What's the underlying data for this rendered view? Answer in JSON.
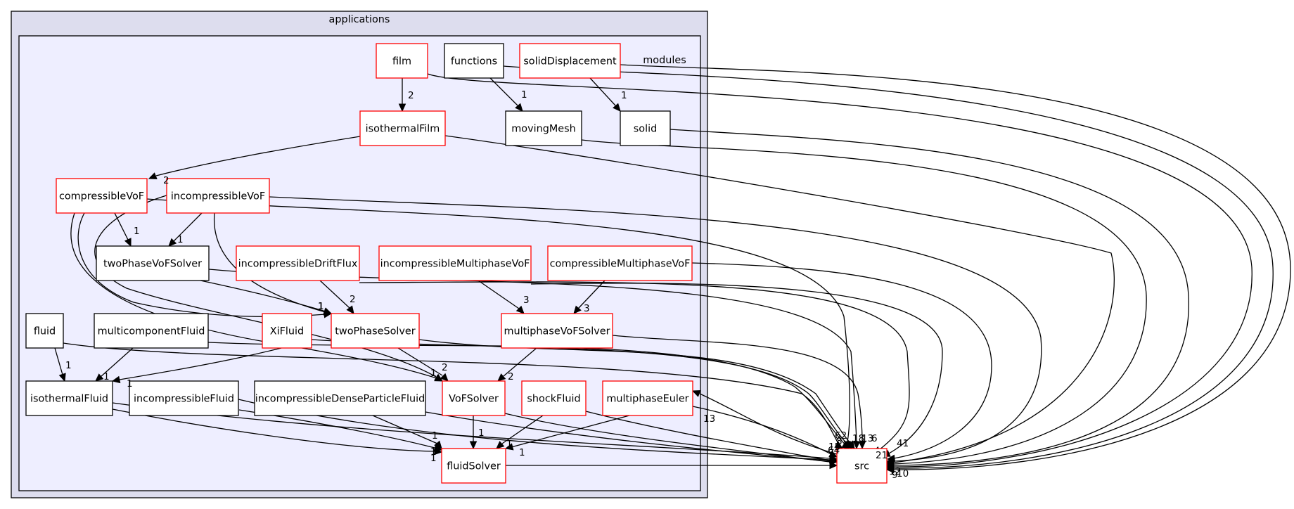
{
  "clusters": {
    "outer": {
      "label": "applications"
    },
    "inner": {
      "label": "modules"
    }
  },
  "colors": {
    "outer_fill": "#ddddee",
    "inner_fill": "#eeeeff",
    "node_fill": "#ffffff",
    "red_border": "#ff0000",
    "black_border": "#000000",
    "edge": "#000000"
  },
  "nodes": [
    {
      "id": "film",
      "label": "film",
      "border": "red"
    },
    {
      "id": "functions",
      "label": "functions",
      "border": "black"
    },
    {
      "id": "solidDisplacement",
      "label": "solidDisplacement",
      "border": "red"
    },
    {
      "id": "isothermalFilm",
      "label": "isothermalFilm",
      "border": "red"
    },
    {
      "id": "movingMesh",
      "label": "movingMesh",
      "border": "black"
    },
    {
      "id": "solid",
      "label": "solid",
      "border": "black"
    },
    {
      "id": "compressibleVoF",
      "label": "compressibleVoF",
      "border": "red"
    },
    {
      "id": "incompressibleVoF",
      "label": "incompressibleVoF",
      "border": "red"
    },
    {
      "id": "twoPhaseVoFSolver",
      "label": "twoPhaseVoFSolver",
      "border": "black"
    },
    {
      "id": "incompressibleDriftFlux",
      "label": "incompressibleDriftFlux",
      "border": "red"
    },
    {
      "id": "incompressibleMultiphaseVoF",
      "label": "incompressibleMultiphaseVoF",
      "border": "red"
    },
    {
      "id": "compressibleMultiphaseVoF",
      "label": "compressibleMultiphaseVoF",
      "border": "red"
    },
    {
      "id": "fluid",
      "label": "fluid",
      "border": "black"
    },
    {
      "id": "multicomponentFluid",
      "label": "multicomponentFluid",
      "border": "black"
    },
    {
      "id": "XiFluid",
      "label": "XiFluid",
      "border": "red"
    },
    {
      "id": "twoPhaseSolver",
      "label": "twoPhaseSolver",
      "border": "red"
    },
    {
      "id": "multiphaseVoFSolver",
      "label": "multiphaseVoFSolver",
      "border": "red"
    },
    {
      "id": "isothermalFluid",
      "label": "isothermalFluid",
      "border": "black"
    },
    {
      "id": "incompressibleFluid",
      "label": "incompressibleFluid",
      "border": "black"
    },
    {
      "id": "incompressibleDenseParticleFluid",
      "label": "incompressibleDenseParticleFluid",
      "border": "black"
    },
    {
      "id": "VoFSolver",
      "label": "VoFSolver",
      "border": "red"
    },
    {
      "id": "shockFluid",
      "label": "shockFluid",
      "border": "red"
    },
    {
      "id": "multiphaseEuler",
      "label": "multiphaseEuler",
      "border": "red"
    },
    {
      "id": "fluidSolver",
      "label": "fluidSolver",
      "border": "red"
    },
    {
      "id": "src",
      "label": "src",
      "border": "red"
    }
  ],
  "edges": [
    {
      "id": "film-isothermalFilm",
      "from": "film",
      "to": "isothermalFilm",
      "label": "2"
    },
    {
      "id": "functions-movingMesh",
      "from": "functions",
      "to": "movingMesh",
      "label": "1"
    },
    {
      "id": "solidDisplacement-solid",
      "from": "solidDisplacement",
      "to": "solid",
      "label": "1"
    },
    {
      "id": "isothermalFilm-compressibleVoF",
      "from": "isothermalFilm",
      "to": "compressibleVoF",
      "label": "2"
    },
    {
      "id": "compressibleVoF-twoPhaseVoFSolver",
      "from": "compressibleVoF",
      "to": "twoPhaseVoFSolver",
      "label": "1"
    },
    {
      "id": "incompressibleVoF-twoPhaseVoFSolver",
      "from": "incompressibleVoF",
      "to": "twoPhaseVoFSolver",
      "label": "1"
    },
    {
      "id": "twoPhaseVoFSolver-twoPhaseSolver",
      "from": "twoPhaseVoFSolver",
      "to": "twoPhaseSolver",
      "label": "1"
    },
    {
      "id": "compressibleVoF-twoPhaseSolver",
      "from": "compressibleVoF",
      "to": "twoPhaseSolver",
      "label": "1"
    },
    {
      "id": "incompressibleVoF-twoPhaseSolver",
      "from": "incompressibleVoF",
      "to": "twoPhaseSolver",
      "label": "1"
    },
    {
      "id": "incompressibleDriftFlux-twoPhaseSolver",
      "from": "incompressibleDriftFlux",
      "to": "twoPhaseSolver",
      "label": "2"
    },
    {
      "id": "incompressibleMultiphaseVoF-multiphaseVoFSolver",
      "from": "incompressibleMultiphaseVoF",
      "to": "multiphaseVoFSolver",
      "label": "3"
    },
    {
      "id": "compressibleMultiphaseVoF-multiphaseVoFSolver",
      "from": "compressibleMultiphaseVoF",
      "to": "multiphaseVoFSolver",
      "label": "3"
    },
    {
      "id": "fluid-isothermalFluid",
      "from": "fluid",
      "to": "isothermalFluid",
      "label": "1"
    },
    {
      "id": "multicomponentFluid-isothermalFluid",
      "from": "multicomponentFluid",
      "to": "isothermalFluid",
      "label": "1"
    },
    {
      "id": "XiFluid-isothermalFluid",
      "from": "XiFluid",
      "to": "isothermalFluid",
      "label": "1"
    },
    {
      "id": "twoPhaseSolver-VoFSolver",
      "from": "twoPhaseSolver",
      "to": "VoFSolver",
      "label": "2"
    },
    {
      "id": "multiphaseVoFSolver-VoFSolver",
      "from": "multiphaseVoFSolver",
      "to": "VoFSolver",
      "label": "2"
    },
    {
      "id": "compressibleVoF-VoFSolver",
      "from": "compressibleVoF",
      "to": "VoFSolver",
      "label": "1"
    },
    {
      "id": "incompressibleVoF-VoFSolver",
      "from": "incompressibleVoF",
      "to": "VoFSolver",
      "label": "1"
    },
    {
      "id": "VoFSolver-fluidSolver",
      "from": "VoFSolver",
      "to": "fluidSolver",
      "label": "1"
    },
    {
      "id": "shockFluid-fluidSolver",
      "from": "shockFluid",
      "to": "fluidSolver",
      "label": "1"
    },
    {
      "id": "multiphaseEuler-fluidSolver",
      "from": "multiphaseEuler",
      "to": "fluidSolver",
      "label": "1"
    },
    {
      "id": "incompressibleDenseParticleFluid-fluidSolver",
      "from": "incompressibleDenseParticleFluid",
      "to": "fluidSolver",
      "label": "1"
    },
    {
      "id": "incompressibleFluid-fluidSolver",
      "from": "incompressibleFluid",
      "to": "fluidSolver",
      "label": "1"
    },
    {
      "id": "isothermalFluid-fluidSolver",
      "from": "isothermalFluid",
      "to": "fluidSolver",
      "label": "1"
    },
    {
      "id": "src-multiphaseEuler",
      "from": "src",
      "to": "multiphaseEuler",
      "label": "13"
    },
    {
      "id": "fluidSolver-src",
      "from": "fluidSolver",
      "to": "src",
      "label": ""
    },
    {
      "id": "isothermalFluid-src",
      "from": "isothermalFluid",
      "to": "src",
      "label": ""
    },
    {
      "id": "incompressibleFluid-src",
      "from": "incompressibleFluid",
      "to": "src",
      "label": ""
    },
    {
      "id": "incompressibleDenseParticleFluid-src",
      "from": "incompressibleDenseParticleFluid",
      "to": "src",
      "label": ""
    },
    {
      "id": "VoFSolver-src",
      "from": "VoFSolver",
      "to": "src",
      "label": ""
    },
    {
      "id": "shockFluid-src",
      "from": "shockFluid",
      "to": "src",
      "label": ""
    },
    {
      "id": "multiphaseEuler-src",
      "from": "multiphaseEuler",
      "to": "src",
      "label": ""
    },
    {
      "id": "fluid-src",
      "from": "fluid",
      "to": "src",
      "label": ""
    },
    {
      "id": "multicomponentFluid-src",
      "from": "multicomponentFluid",
      "to": "src",
      "label": "8"
    },
    {
      "id": "XiFluid-src",
      "from": "XiFluid",
      "to": "src",
      "label": ""
    },
    {
      "id": "twoPhaseSolver-src",
      "from": "twoPhaseSolver",
      "to": "src",
      "label": "62"
    },
    {
      "id": "multiphaseVoFSolver-src",
      "from": "multiphaseVoFSolver",
      "to": "src",
      "label": "6"
    },
    {
      "id": "twoPhaseVoFSolver-src",
      "from": "twoPhaseVoFSolver",
      "to": "src",
      "label": ""
    },
    {
      "id": "incompressibleDriftFlux-src",
      "from": "incompressibleDriftFlux",
      "to": "src",
      "label": "18"
    },
    {
      "id": "incompressibleMultiphaseVoF-src",
      "from": "incompressibleMultiphaseVoF",
      "to": "src",
      "label": "13"
    },
    {
      "id": "compressibleMultiphaseVoF-src",
      "from": "compressibleMultiphaseVoF",
      "to": "src",
      "label": "41"
    },
    {
      "id": "compressibleVoF-src",
      "from": "compressibleVoF",
      "to": "src",
      "label": ""
    },
    {
      "id": "incompressibleVoF-src",
      "from": "incompressibleVoF",
      "to": "src",
      "label": "21"
    },
    {
      "id": "isothermalFilm-src",
      "from": "isothermalFilm",
      "to": "src",
      "label": ""
    },
    {
      "id": "movingMesh-src",
      "from": "movingMesh",
      "to": "src",
      "label": ""
    },
    {
      "id": "solid-src",
      "from": "solid",
      "to": "src",
      "label": ""
    },
    {
      "id": "film-src",
      "from": "film",
      "to": "src",
      "label": ""
    },
    {
      "id": "functions-src",
      "from": "functions",
      "to": "src",
      "label": ""
    },
    {
      "id": "solidDisplacement-src",
      "from": "solidDisplacement",
      "to": "src",
      "label": "12"
    }
  ],
  "extra_labels": [
    "64",
    "15",
    "9",
    "10"
  ]
}
